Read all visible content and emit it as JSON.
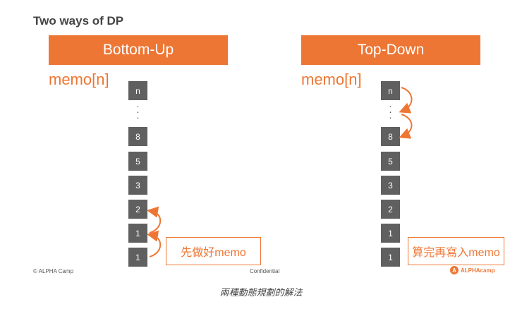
{
  "slide": {
    "title": "Two ways of DP"
  },
  "bottom_up": {
    "banner": "Bottom-Up",
    "memo_label": "memo[n]",
    "cells": [
      "n",
      "8",
      "5",
      "3",
      "2",
      "1",
      "1"
    ],
    "callout": "先做好memo"
  },
  "top_down": {
    "banner": "Top-Down",
    "memo_label": "memo[n]",
    "cells": [
      "n",
      "8",
      "5",
      "3",
      "2",
      "1",
      "1"
    ],
    "callout": "算完再寫入memo"
  },
  "footer": {
    "copyright": "© ALPHA Camp",
    "confidential": "Confidential",
    "logo_text": "ALPHAcamp"
  },
  "caption": "兩種動態規劃的解法",
  "colors": {
    "accent": "#ee7634",
    "cell": "#606060"
  }
}
